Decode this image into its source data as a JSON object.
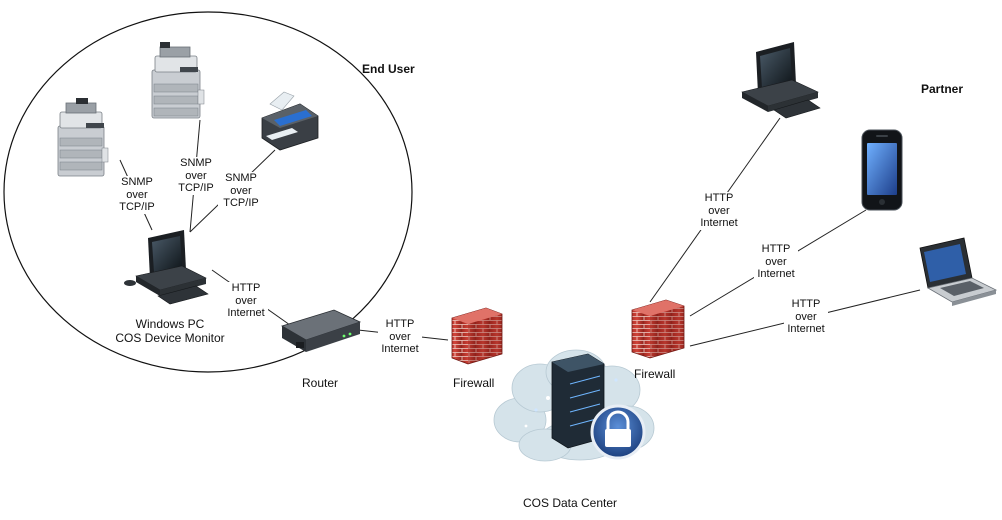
{
  "groups": {
    "end_user": "End User",
    "partner": "Partner"
  },
  "nodes": {
    "windows_pc": [
      "Windows PC",
      "COS Device Monitor"
    ],
    "router": "Router",
    "firewall_left": "Firewall",
    "firewall_right": "Firewall",
    "data_center": "COS Data Center"
  },
  "edges": {
    "snmp_copier_left": [
      "SNMP",
      "over",
      "TCP/IP"
    ],
    "snmp_copier_top": [
      "SNMP",
      "over",
      "TCP/IP"
    ],
    "snmp_printer": [
      "SNMP",
      "over",
      "TCP/IP"
    ],
    "http_pc_router": [
      "HTTP",
      "over",
      "Internet"
    ],
    "http_router_firewall": [
      "HTTP",
      "over",
      "Internet"
    ],
    "http_firewall_desktop": [
      "HTTP",
      "over",
      "Internet"
    ],
    "http_firewall_phone": [
      "HTTP",
      "over",
      "Internet"
    ],
    "http_firewall_laptop": [
      "HTTP",
      "over",
      "Internet"
    ]
  },
  "colors": {
    "line": "#222222",
    "brick": "#c0392b",
    "cloud": "#d5e3ea",
    "lock": "#2a5fa8"
  }
}
